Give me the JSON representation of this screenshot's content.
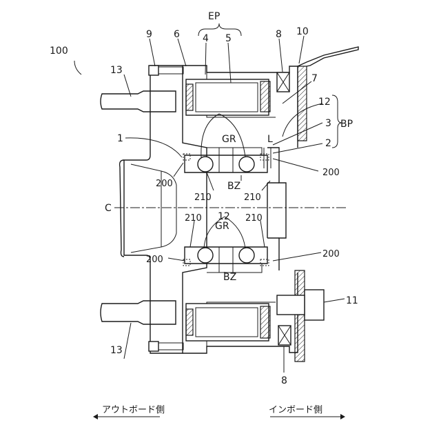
{
  "figure": {
    "assembly_ref": "100",
    "labels": {
      "ep": "EP",
      "bp": "BP",
      "bz_upper": "BZ",
      "bz_lower": "BZ",
      "gr_upper": "GR",
      "gr_lower": "GR",
      "c": "C",
      "l": "L",
      "n1": "1",
      "n2": "2",
      "n3": "3",
      "n4": "4",
      "n5": "5",
      "n6": "6",
      "n7": "7",
      "n8_top": "8",
      "n8_bottom": "8",
      "n9": "9",
      "n10": "10",
      "n11": "11",
      "n12_upper": "12",
      "n12_lower": "12",
      "n13_upper": "13",
      "n13_lower": "13",
      "n200_ul": "200",
      "n200_ur": "200",
      "n200_ll": "200",
      "n200_lr": "200",
      "n210_u1": "210",
      "n210_u2": "210",
      "n210_l1": "210",
      "n210_l2": "210"
    },
    "directions": {
      "outboard": "アウトボード側",
      "inboard": "インボード側"
    }
  }
}
